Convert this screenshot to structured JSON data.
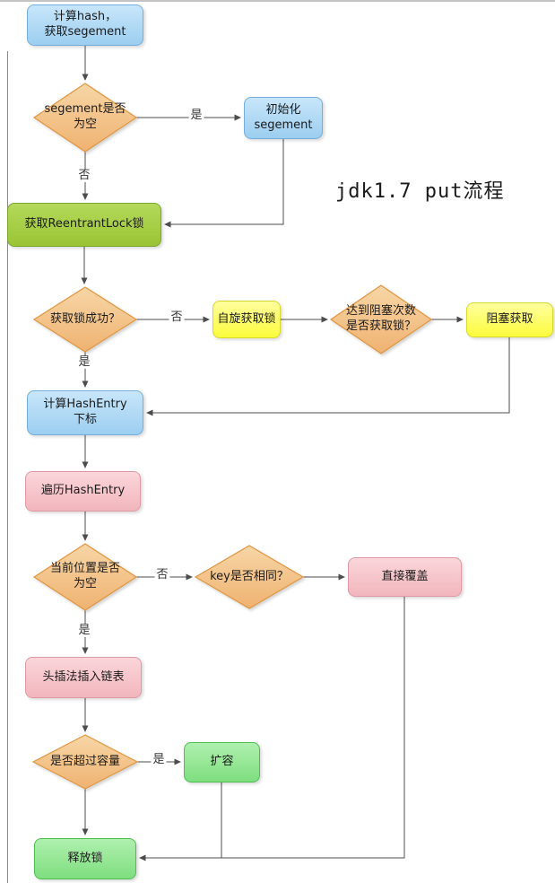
{
  "title": "jdk1.7 put流程",
  "nodes": {
    "calc_hash": {
      "label": "计算hash，\n获取segement"
    },
    "segment_empty": {
      "label": "segement是否\n为空"
    },
    "init_segment": {
      "label": "初始化\nsegement"
    },
    "acquire_lock": {
      "label": "获取ReentrantLock锁"
    },
    "lock_success": {
      "label": "获取锁成功？"
    },
    "spin_lock": {
      "label": "自旋获取锁"
    },
    "block_times": {
      "label": "达到阻塞次数\n是否获取锁？"
    },
    "block_acquire": {
      "label": "阻塞获取"
    },
    "calc_hashentry": {
      "label": "计算HashEntry\n下标"
    },
    "traverse_hashentry": {
      "label": "遍历HashEntry"
    },
    "position_empty": {
      "label": "当前位置是否\n为空"
    },
    "key_same": {
      "label": "key是否相同？"
    },
    "overwrite": {
      "label": "直接覆盖"
    },
    "head_insert": {
      "label": "头插法插入链表"
    },
    "over_capacity": {
      "label": "是否超过容量"
    },
    "expand": {
      "label": "扩容"
    },
    "release_lock": {
      "label": "释放锁"
    }
  },
  "edge_labels": {
    "init_yes": "是",
    "acquire_no": "否",
    "spin_no": "否",
    "locked_yes": "是",
    "key_no": "否",
    "insert_yes": "是",
    "expand_yes": "是"
  },
  "palette": {
    "blue_fill": "#ACD8F4",
    "blue_border": "#74AEDC",
    "orange_fill": "#F3C08A",
    "orange_border": "#DE9641",
    "yellow_fill": "#FCFC54",
    "yellow_border": "#D8D82A",
    "lime_fill": "#A5CF3F",
    "lime_border": "#79A62B",
    "pink_fill": "#F6C6CB",
    "pink_border": "#DF99A4",
    "green_fill": "#92E892",
    "green_border": "#4EBF4E",
    "connector": "#4D4D4D"
  }
}
